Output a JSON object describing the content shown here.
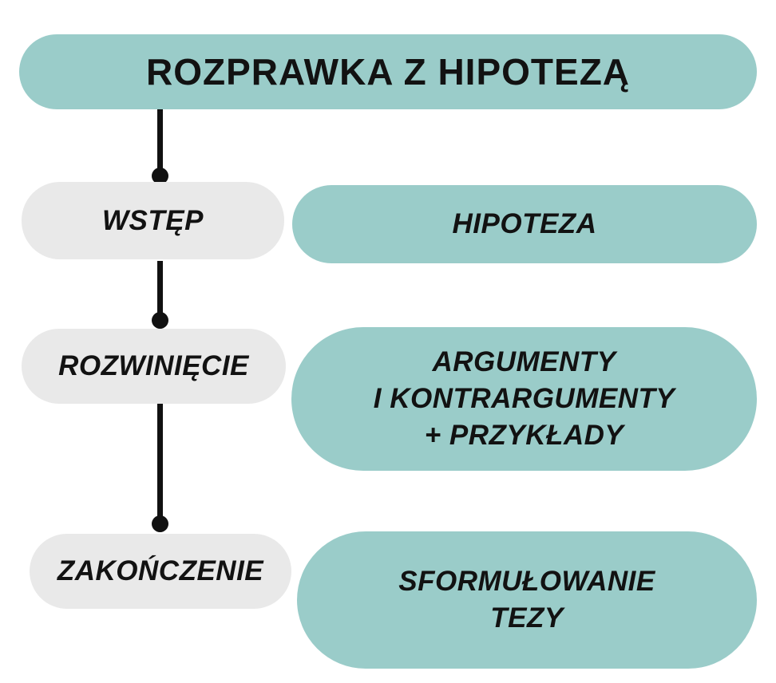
{
  "title": "ROZPRAWKA Z HIPOTEZĄ",
  "colors": {
    "pill_teal": "#9accc9",
    "pill_gray": "#e9e9e9",
    "connector_black": "#111111",
    "text_black": "#121212",
    "background": "#ffffff"
  },
  "rows": [
    {
      "stage": "WSTĘP",
      "detail": [
        "HIPOTEZA"
      ]
    },
    {
      "stage": "ROZWINIĘCIE",
      "detail": [
        "ARGUMENTY",
        "I KONTRARGUMENTY",
        "+ PRZYKŁADY"
      ]
    },
    {
      "stage": "ZAKOŃCZENIE",
      "detail": [
        "SFORMUŁOWANIE",
        "TEZY"
      ]
    }
  ]
}
